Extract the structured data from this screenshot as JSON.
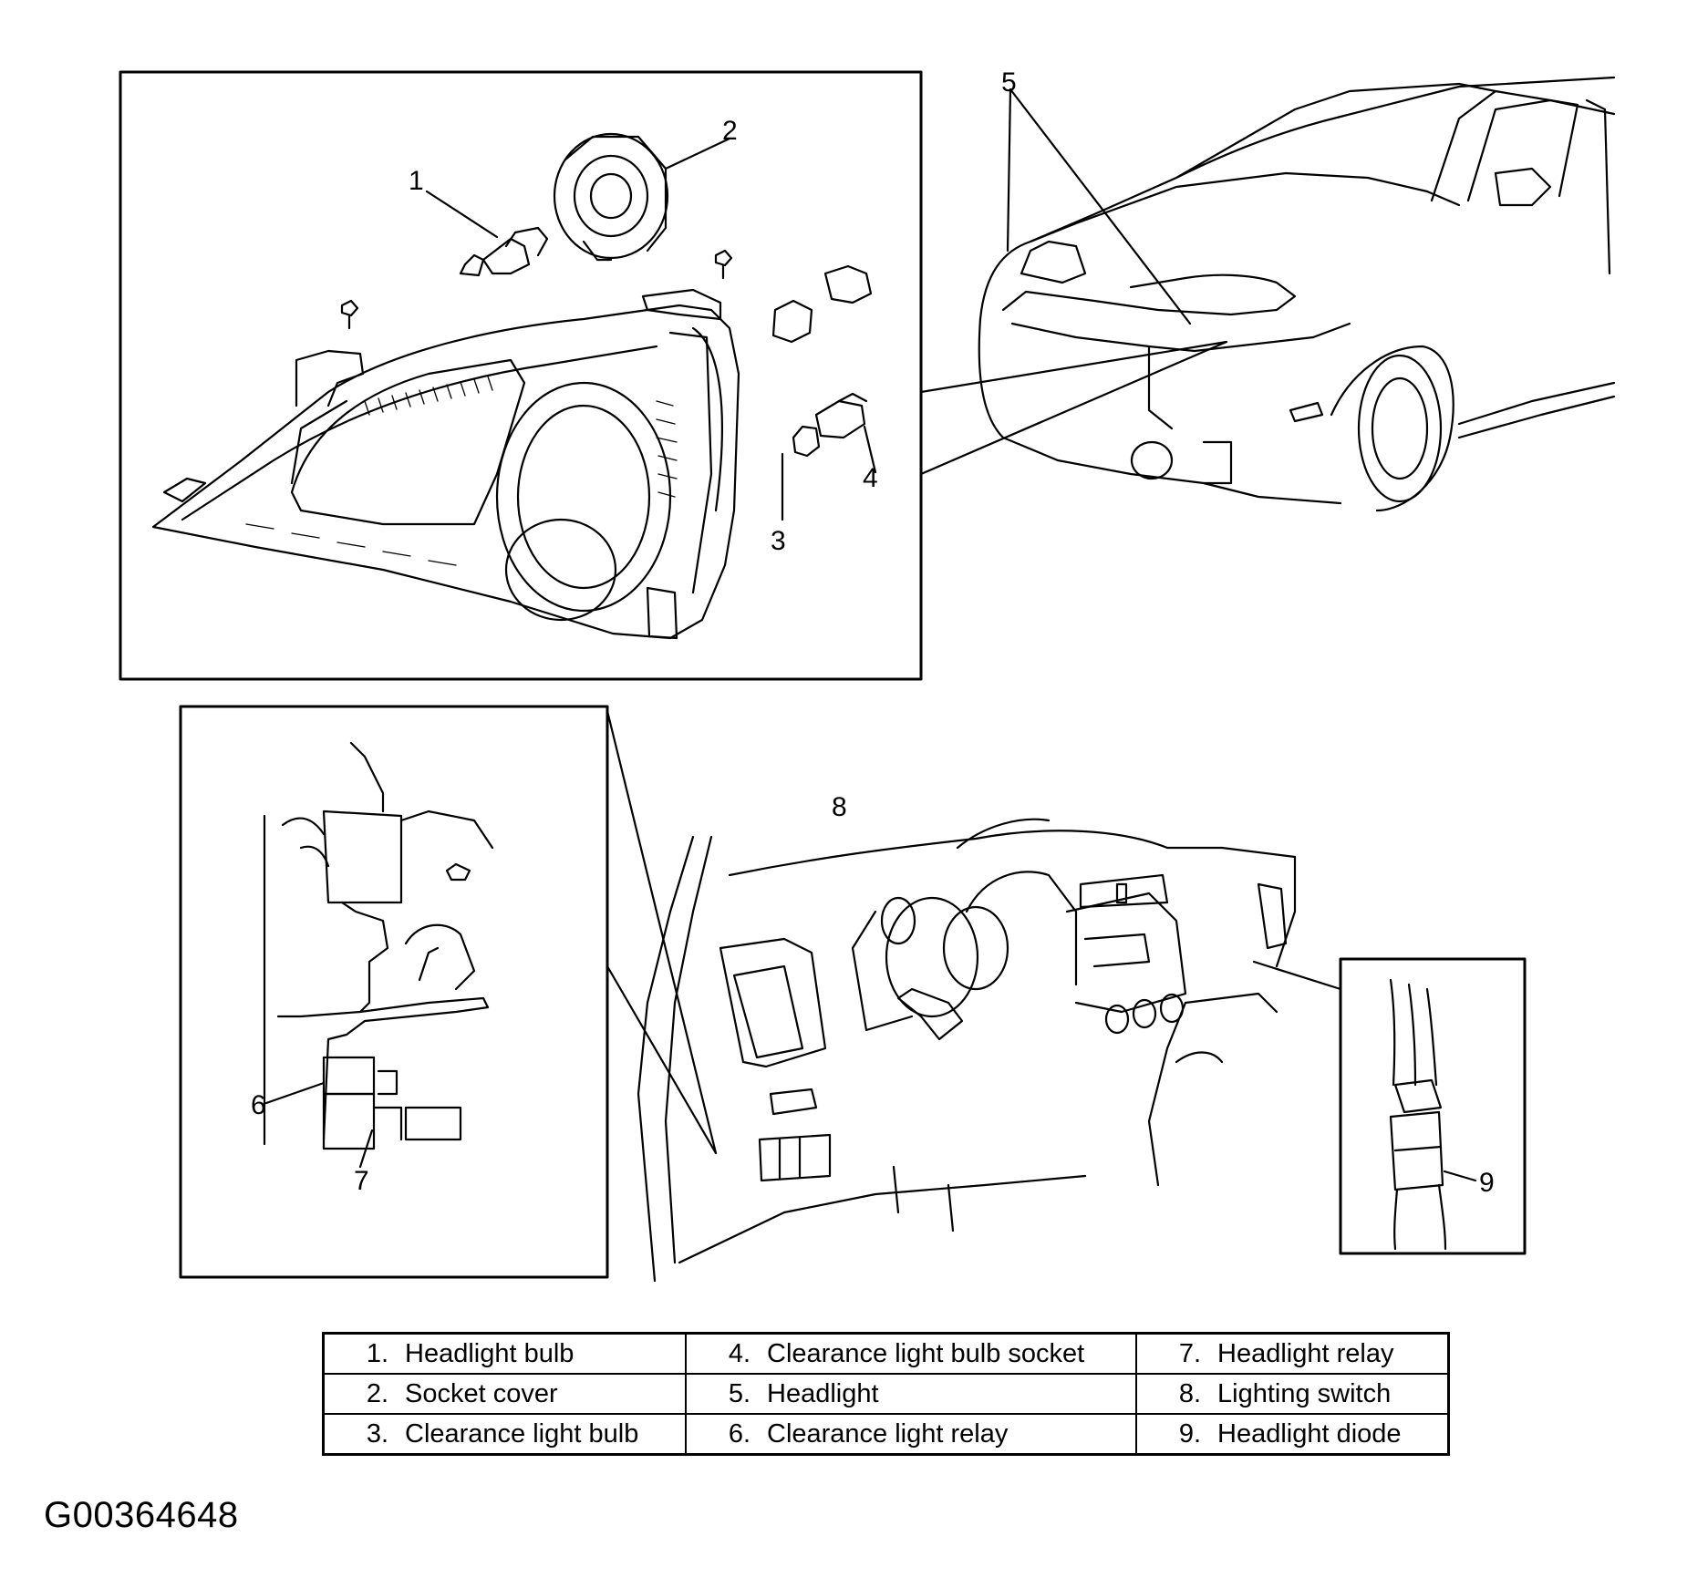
{
  "callouts": {
    "c1": "1",
    "c2": "2",
    "c3": "3",
    "c4": "4",
    "c5": "5",
    "c6": "6",
    "c7": "7",
    "c8": "8",
    "c9": "9"
  },
  "legend": {
    "rows": [
      [
        {
          "num": "1.",
          "label": "Headlight bulb"
        },
        {
          "num": "4.",
          "label": "Clearance light bulb socket"
        },
        {
          "num": "7.",
          "label": "Headlight relay"
        }
      ],
      [
        {
          "num": "2.",
          "label": "Socket cover"
        },
        {
          "num": "5.",
          "label": "Headlight"
        },
        {
          "num": "8.",
          "label": "Lighting switch"
        }
      ],
      [
        {
          "num": "3.",
          "label": "Clearance light bulb"
        },
        {
          "num": "6.",
          "label": "Clearance light relay"
        },
        {
          "num": "9.",
          "label": "Headlight diode"
        }
      ]
    ]
  },
  "figure_id": "G00364648"
}
